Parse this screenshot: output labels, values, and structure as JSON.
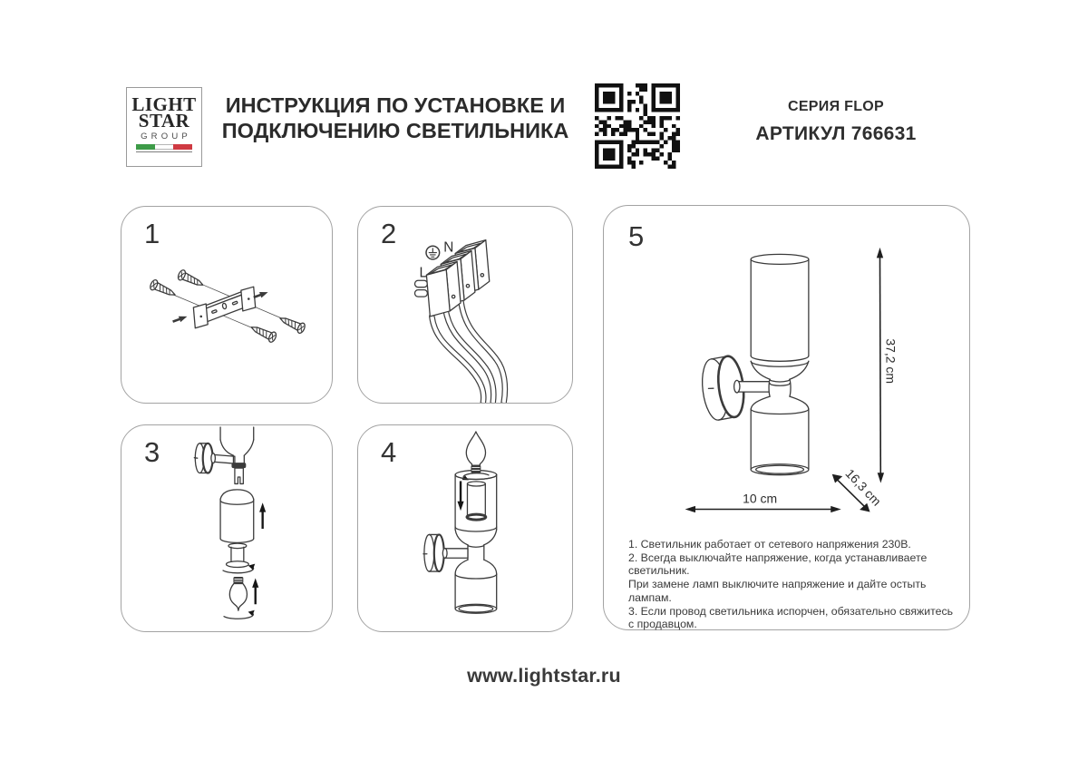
{
  "header": {
    "logo": {
      "line1": "LIGHT",
      "line2": "STAR",
      "line3": "GROUP",
      "flag_colors": [
        "#3d9b48",
        "#ffffff",
        "#cf3a42"
      ]
    },
    "title_line1": "ИНСТРУКЦИЯ ПО УСТАНОВКЕ И",
    "title_line2": "ПОДКЛЮЧЕНИЮ СВЕТИЛЬНИКА",
    "series": "СЕРИЯ FLOP",
    "article": "АРТИКУЛ 766631",
    "qr_icon": "qr-code",
    "text_color": "#2b2b2b"
  },
  "panels": {
    "p1": {
      "number": "1",
      "drawing": "mounting-bracket-with-screws"
    },
    "p2": {
      "number": "2",
      "label_l": "L",
      "label_n": "N",
      "ground_icon": "earth-ground-symbol",
      "drawing": "terminal-block-wiring"
    },
    "p3": {
      "number": "3",
      "drawing": "shade-socket-bulb-assembly"
    },
    "p4": {
      "number": "4",
      "drawing": "upper-glass-bulb-insertion"
    },
    "p5": {
      "number": "5",
      "drawing": "assembled-wall-lamp-dimensions",
      "dim_height": "37,2 cm",
      "dim_width": "10 cm",
      "dim_depth": "16,3 cm",
      "notes": [
        "1. Светильник работает от сетевого напряжения 230В.",
        "2. Всегда выключайте напряжение, когда устанавливаете светильник.",
        "При замене ламп выключите напряжение и дайте остыть лампам.",
        "3. Если провод светильника испорчен, обязательно свяжитесь",
        "с продавцом."
      ]
    }
  },
  "footer": {
    "website": "www.lightstar.ru"
  }
}
